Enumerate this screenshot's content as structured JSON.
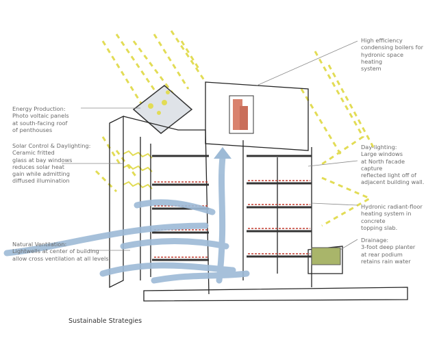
{
  "title": "Sustainable Strategies",
  "labels": {
    "energy": {
      "heading": "Energy Production:",
      "body": "Photo voltaic panels\nat south-facing roof\nof penthouses"
    },
    "solar": {
      "heading": "Solar Control & Daylighting:",
      "body": "Ceramic fritted\nglass at bay windows\nreduces solar heat\ngain while admitting\ndiffused illumination"
    },
    "ventilation": {
      "heading": "Natural Ventilation:",
      "body": "Lightwells at center of building\nallow cross ventilation at all levels"
    },
    "boilers": {
      "heading": "High efficiency",
      "body": "condensing boilers for\nhydronic space heating\nsystem"
    },
    "daylighting": {
      "heading": "Day-lighting:",
      "body": "Large windows\nat North facade capture\nreflected light off of\nadjacent building wall."
    },
    "radiant": {
      "heading": "Hydronic radiant-floor",
      "body": "heating system in concrete\ntopping slab."
    },
    "drainage": {
      "heading": "Drainage:",
      "body": "3-foot deep planter\nat rear podium\nretains rain water"
    }
  },
  "colors": {
    "sun": "#e2dc55",
    "air": "#9dbad6",
    "heat": "#c0392b",
    "boiler": "#d9826e",
    "planter": "#a9b56a"
  }
}
